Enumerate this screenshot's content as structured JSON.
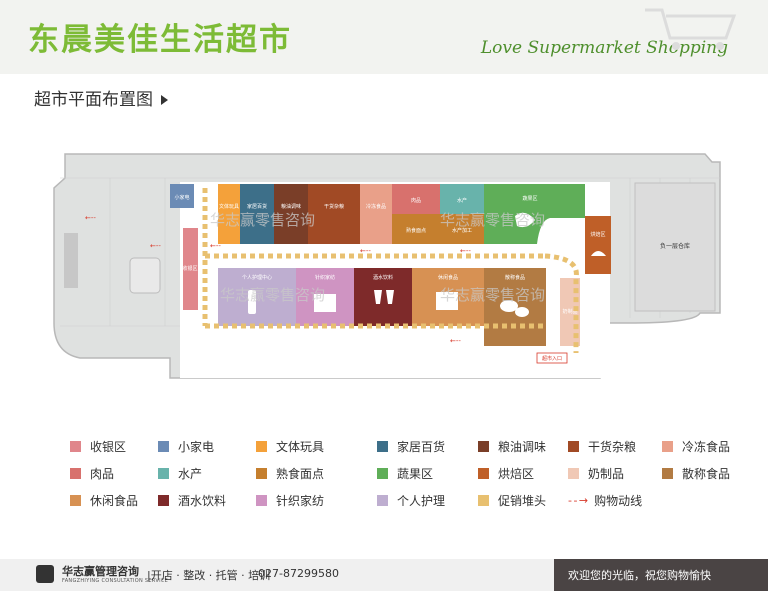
{
  "header": {
    "title": "东晨美佳生活超市",
    "slogan": "Love Supermarket Shopping",
    "subtitle": "超市平面布置图"
  },
  "zones": {
    "cashier": "收银区",
    "small_appliance": "小家电",
    "stationery": "文体玩具",
    "household": "家居百货",
    "grain_oil": "粮油调味",
    "dry_goods": "干货杂粮",
    "frozen": "冷冻食品",
    "meat": "肉品",
    "seafood": "水产",
    "cooked_food": "熟食面点",
    "seafood_processing": "水产加工",
    "fruit_veg": "蔬果区",
    "bakery": "烘焙区",
    "dairy": "奶制品",
    "personal_care": "个人护理中心",
    "knitwear": "针织家纺",
    "liquor": "酒水饮料",
    "snacks": "休闲食品",
    "bulk_food": "散称食品",
    "entrance": "超市入口",
    "warehouse": "负一层仓库"
  },
  "watermark": "华志赢零售咨询",
  "legend": [
    {
      "label": "收银区",
      "color": "#e0868b"
    },
    {
      "label": "小家电",
      "color": "#6b8bb5"
    },
    {
      "label": "文体玩具",
      "color": "#f4a13a"
    },
    {
      "label": "家居百货",
      "color": "#3d6f89"
    },
    {
      "label": "粮油调味",
      "color": "#7a3e28"
    },
    {
      "label": "干货杂粮",
      "color": "#a14a25"
    },
    {
      "label": "冷冻食品",
      "color": "#e9a089"
    },
    {
      "label": "肉品",
      "color": "#d8716d"
    },
    {
      "label": "水产",
      "color": "#68b3ab"
    },
    {
      "label": "熟食面点",
      "color": "#c57f2e"
    },
    {
      "label": "蔬果区",
      "color": "#5fae58"
    },
    {
      "label": "烘焙区",
      "color": "#bf5f28"
    },
    {
      "label": "奶制品",
      "color": "#f0c8b5"
    },
    {
      "label": "散称食品",
      "color": "#b27b43"
    },
    {
      "label": "休闲食品",
      "color": "#d79153"
    },
    {
      "label": "酒水饮料",
      "color": "#7e2a2a"
    },
    {
      "label": "针织家纺",
      "color": "#cf94c2"
    },
    {
      "label": "个人护理",
      "color": "#beaed0"
    },
    {
      "label": "促销堆头",
      "color": "#e8c070"
    },
    {
      "label": "购物动线",
      "color": "#d83a2b",
      "arrow": true
    }
  ],
  "footer": {
    "company": "华志赢管理咨询",
    "company_en": "FANGZHIYING CONSULTATION SERVICE",
    "services": "|开店 · 整改 · 托管 · 培训",
    "phone": "027-87299580",
    "welcome": "欢迎您的光临，祝您购物愉快"
  }
}
